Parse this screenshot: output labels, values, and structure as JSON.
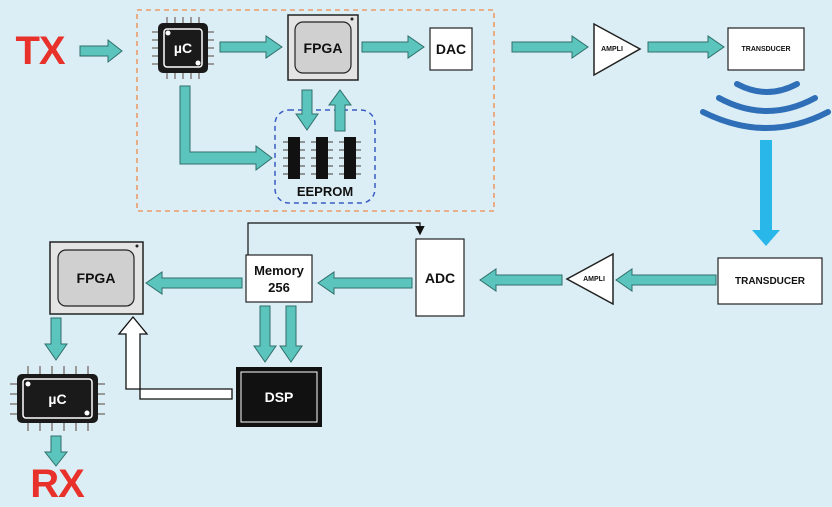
{
  "tx": "TX",
  "rx": "RX",
  "tx_chain": {
    "uc": "µC",
    "fpga": "FPGA",
    "dac": "DAC",
    "eeprom": "EEPROM",
    "ampli": "AMPLI",
    "transducer": "TRANSDUCER"
  },
  "rx_chain": {
    "transducer": "TRANSDUCER",
    "ampli": "AMPLI",
    "adc": "ADC",
    "memory": "Memory\n256",
    "fpga": "FPGA",
    "dsp": "DSP",
    "uc": "µC"
  },
  "colors": {
    "background": "#dceef5",
    "arrow_teal": "#5bc4bd",
    "arrow_blue": "#29b6e8",
    "label_red": "#e8312b",
    "waves": "#2e6fb7",
    "dashed_orange": "#f08a4b",
    "dashed_blue": "#3a5cc4"
  }
}
